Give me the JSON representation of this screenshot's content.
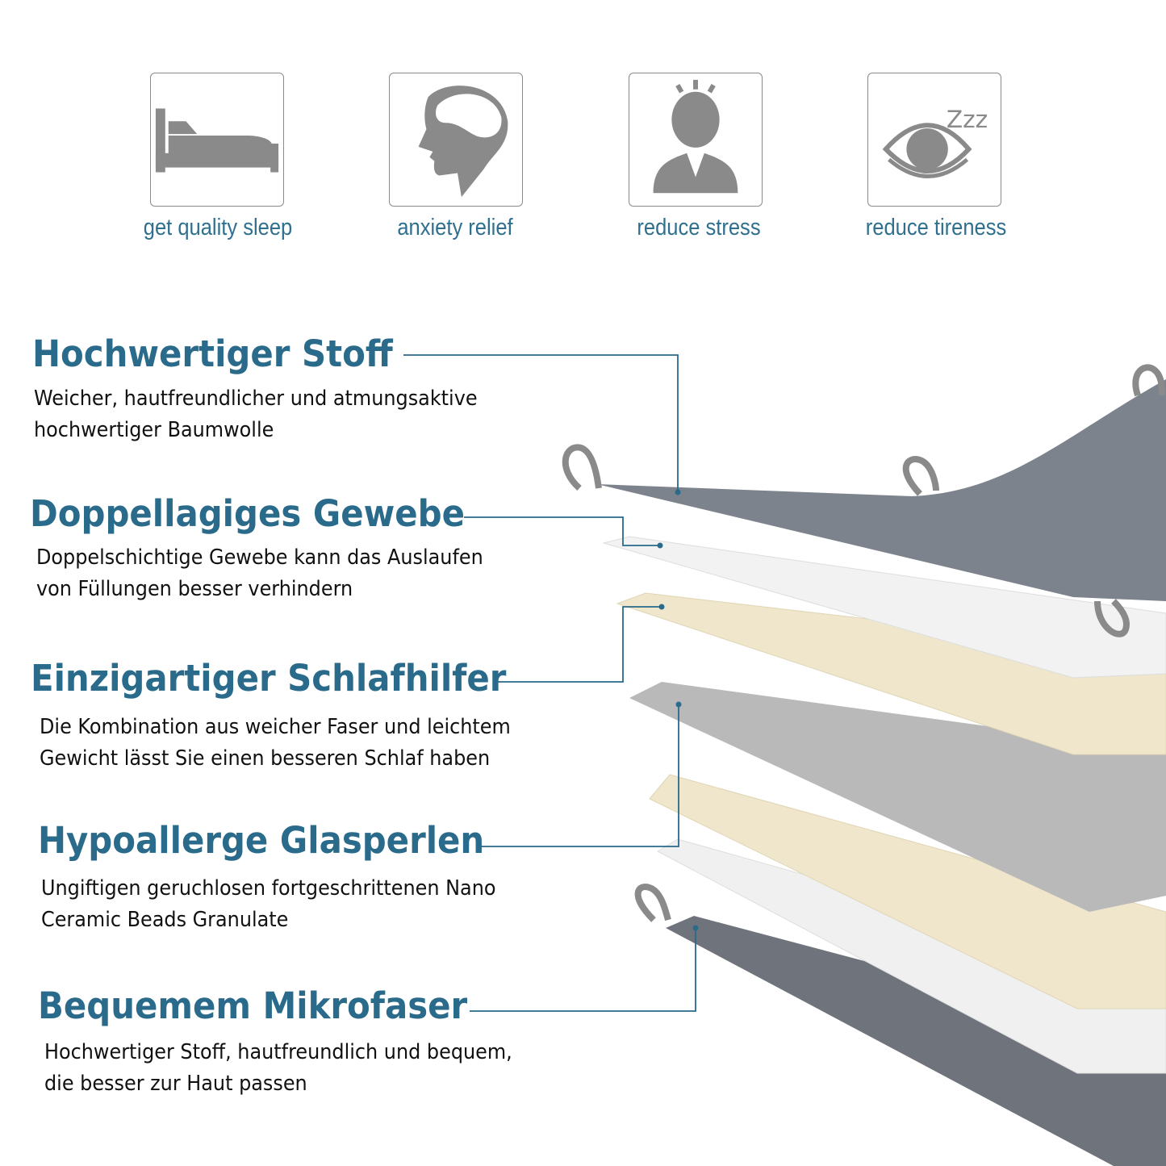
{
  "benefits": [
    {
      "icon": "bed-icon",
      "label": "get quality sleep"
    },
    {
      "icon": "head-brain-icon",
      "label": "anxiety relief"
    },
    {
      "icon": "stressed-person-icon",
      "label": "reduce stress"
    },
    {
      "icon": "sleepy-eye-icon",
      "label": "reduce tireness"
    }
  ],
  "layers": [
    {
      "title": "Hochwertiger Stoff",
      "text1": "Weicher, hautfreundlicher und atmungsaktive",
      "text2": "hochwertiger Baumwolle"
    },
    {
      "title": "Doppellagiges Gewebe",
      "text1": "Doppelschichtige Gewebe kann das Auslaufen",
      "text2": "von Füllungen besser verhindern"
    },
    {
      "title": "Einzigartiger Schlafhilfer",
      "text1": "Die Kombination aus weicher Faser und leichtem",
      "text2": "Gewicht lässt Sie einen besseren Schlaf haben"
    },
    {
      "title": "Hypoallerge Glasperlen",
      "text1": "Ungiftigen geruchlosen fortgeschrittenen Nano",
      "text2": "Ceramic Beads Granulate"
    },
    {
      "title": "Bequemem Mikrofaser",
      "text1": "Hochwertiger Stoff, hautfreundlich und bequem,",
      "text2": "die besser zur Haut passen"
    }
  ],
  "colors": {
    "accent": "#2a6a8a",
    "icon": "#8a8a8a",
    "fabric": "#7d838c",
    "cream": "#efe6cc",
    "white_layer": "#eeeeee"
  }
}
